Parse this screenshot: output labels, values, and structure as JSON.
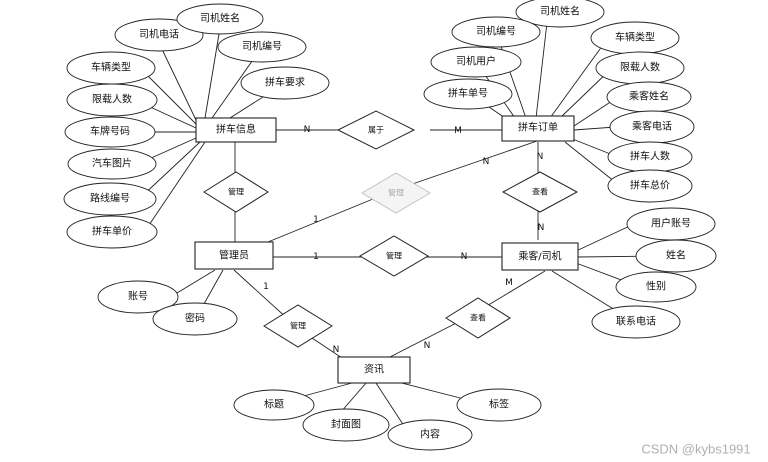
{
  "entities": [
    {
      "id": "pinche_info",
      "label": "拼车信息"
    },
    {
      "id": "pinche_order",
      "label": "拼车订单"
    },
    {
      "id": "admin",
      "label": "管理员"
    },
    {
      "id": "passenger",
      "label": "乘客/司机"
    },
    {
      "id": "news",
      "label": "资讯"
    }
  ],
  "relations": [
    {
      "id": "rel_belongs",
      "label": "属于"
    },
    {
      "id": "rel_admin_info",
      "label": "管理"
    },
    {
      "id": "rel_admin_order",
      "label": "管理"
    },
    {
      "id": "rel_admin_passenger",
      "label": "管理"
    },
    {
      "id": "rel_order_passenger",
      "label": "查看"
    },
    {
      "id": "rel_admin_news",
      "label": "管理"
    },
    {
      "id": "rel_passenger_news",
      "label": "查看"
    }
  ],
  "attributes": [
    {
      "owner": "pinche_info",
      "label": "司机电话"
    },
    {
      "owner": "pinche_info",
      "label": "司机姓名"
    },
    {
      "owner": "pinche_info",
      "label": "车辆类型"
    },
    {
      "owner": "pinche_info",
      "label": "司机编号"
    },
    {
      "owner": "pinche_info",
      "label": "限载人数"
    },
    {
      "owner": "pinche_info",
      "label": "拼车要求"
    },
    {
      "owner": "pinche_info",
      "label": "车牌号码"
    },
    {
      "owner": "pinche_info",
      "label": "汽车图片"
    },
    {
      "owner": "pinche_info",
      "label": "路线编号"
    },
    {
      "owner": "pinche_info",
      "label": "拼车单价"
    },
    {
      "owner": "pinche_order",
      "label": "司机姓名"
    },
    {
      "owner": "pinche_order",
      "label": "司机编号"
    },
    {
      "owner": "pinche_order",
      "label": "车辆类型"
    },
    {
      "owner": "pinche_order",
      "label": "司机用户"
    },
    {
      "owner": "pinche_order",
      "label": "限载人数"
    },
    {
      "owner": "pinche_order",
      "label": "拼车单号"
    },
    {
      "owner": "pinche_order",
      "label": "乘客姓名"
    },
    {
      "owner": "pinche_order",
      "label": "乘客电话"
    },
    {
      "owner": "pinche_order",
      "label": "拼车人数"
    },
    {
      "owner": "pinche_order",
      "label": "拼车总价"
    },
    {
      "owner": "passenger",
      "label": "用户账号"
    },
    {
      "owner": "passenger",
      "label": "姓名"
    },
    {
      "owner": "passenger",
      "label": "性别"
    },
    {
      "owner": "passenger",
      "label": "联系电话"
    },
    {
      "owner": "admin",
      "label": "账号"
    },
    {
      "owner": "admin",
      "label": "密码"
    },
    {
      "owner": "news",
      "label": "标题"
    },
    {
      "owner": "news",
      "label": "封面图"
    },
    {
      "owner": "news",
      "label": "内容"
    },
    {
      "owner": "news",
      "label": "标签"
    }
  ],
  "cardinalities": [
    {
      "id": "c_info_belongs",
      "label": "N"
    },
    {
      "id": "c_order_belongs",
      "label": "M"
    },
    {
      "id": "c_order_admin",
      "label": "N"
    },
    {
      "id": "c_admin_order",
      "label": "1"
    },
    {
      "id": "c_order_view",
      "label": "N"
    },
    {
      "id": "c_passenger_view",
      "label": "N"
    },
    {
      "id": "c_admin_passenger",
      "label": "1"
    },
    {
      "id": "c_passenger_admin",
      "label": "N"
    },
    {
      "id": "c_admin_news",
      "label": "1"
    },
    {
      "id": "c_news_admin",
      "label": "N"
    },
    {
      "id": "c_news_passenger",
      "label": "N"
    },
    {
      "id": "c_passenger_news",
      "label": "M"
    }
  ],
  "watermark": "CSDN @kybs1991",
  "colors": {
    "stroke": "#222222",
    "fill": "#ffffff",
    "text": "#111111",
    "watermark": "#b0b0b0"
  }
}
